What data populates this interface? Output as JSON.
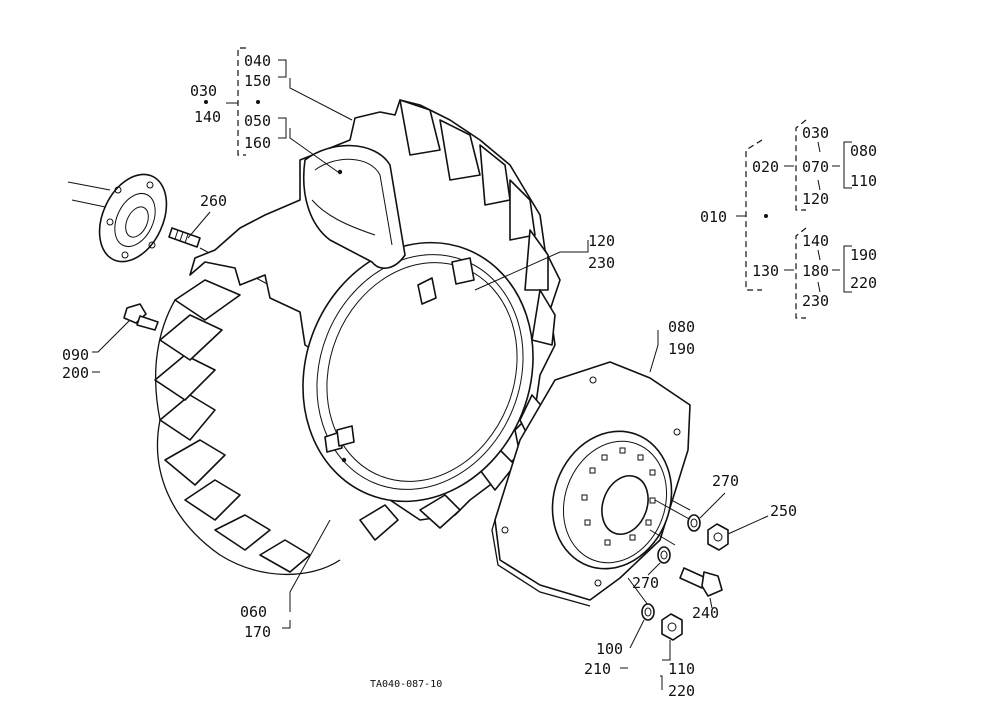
{
  "diagram": {
    "drawing_code": "TA040-087-10",
    "labels": {
      "l030a": "030",
      "l140a": "140",
      "l040a": "040",
      "l150a": "150",
      "l050a": "050",
      "l160a": "160",
      "l260": "260",
      "l120a": "120",
      "l230a": "230",
      "l090": "090",
      "l200": "200",
      "l080a": "080",
      "l190a": "190",
      "l270a": "270",
      "l250": "250",
      "l270b": "270",
      "l240": "240",
      "l060": "060",
      "l170": "170",
      "l100": "100",
      "l210": "210",
      "l110a": "110",
      "l220a": "220",
      "l010": "010",
      "l020": "020",
      "l130": "130",
      "l030b": "030",
      "l070": "070",
      "l120b": "120",
      "l080b": "080",
      "l110b": "110",
      "l140b": "140",
      "l180": "180",
      "l230b": "230",
      "l190b": "190",
      "l220b": "220"
    }
  }
}
